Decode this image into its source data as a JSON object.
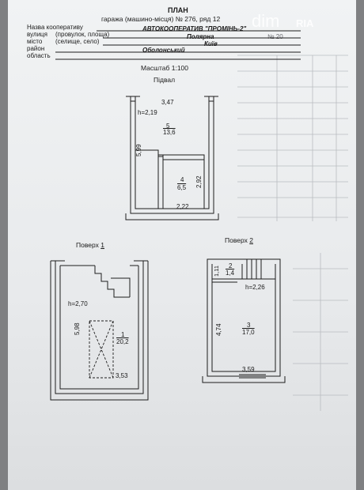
{
  "header": {
    "title": "ПЛАН",
    "subtitle_prefix": "гаража (машино-місця) №",
    "garage_no": "276",
    "row_prefix": ", ряд",
    "row_no": "12"
  },
  "fields": [
    {
      "label": "Назва кооперативу",
      "value": "АВТОКООПЕРАТИВ \"ПРОМІНЬ-2\""
    },
    {
      "label": "вулиця",
      "sub": "(провулок, площа)",
      "value": "Полярна"
    },
    {
      "label": "місто",
      "sub": "(селище, село)",
      "value": "Київ"
    },
    {
      "label": "район",
      "value": "Оболонський"
    },
    {
      "label": "область",
      "value": ""
    }
  ],
  "stamp_no": "№  20",
  "scale": "Масштаб 1:100",
  "basement": {
    "title": "Підвал",
    "dim_top": "3,47",
    "height": "h=2,19",
    "room5_no": "5",
    "room5_area": "13,6",
    "dim_left": "5,99",
    "room4_no": "4",
    "room4_area": "6,5",
    "dim_right": "2,92",
    "dim_bottom": "2,22"
  },
  "floor1": {
    "title_prefix": "Поверх",
    "title_no": "1",
    "height": "h=2,70",
    "dim_left": "5,98",
    "room_no": "1",
    "room_area": "20,2",
    "dim_bottom": "3,53"
  },
  "floor2": {
    "title_prefix": "Поверх",
    "title_no": "2",
    "dim_left_top": "1,11",
    "room2_no": "2",
    "room2_area": "1,4",
    "height": "h=2,26",
    "dim_left": "4,74",
    "room3_no": "3",
    "room3_area": "17,0",
    "dim_bottom": "3,59"
  },
  "watermark": {
    "dim": "dim",
    "ria": "RIA"
  }
}
